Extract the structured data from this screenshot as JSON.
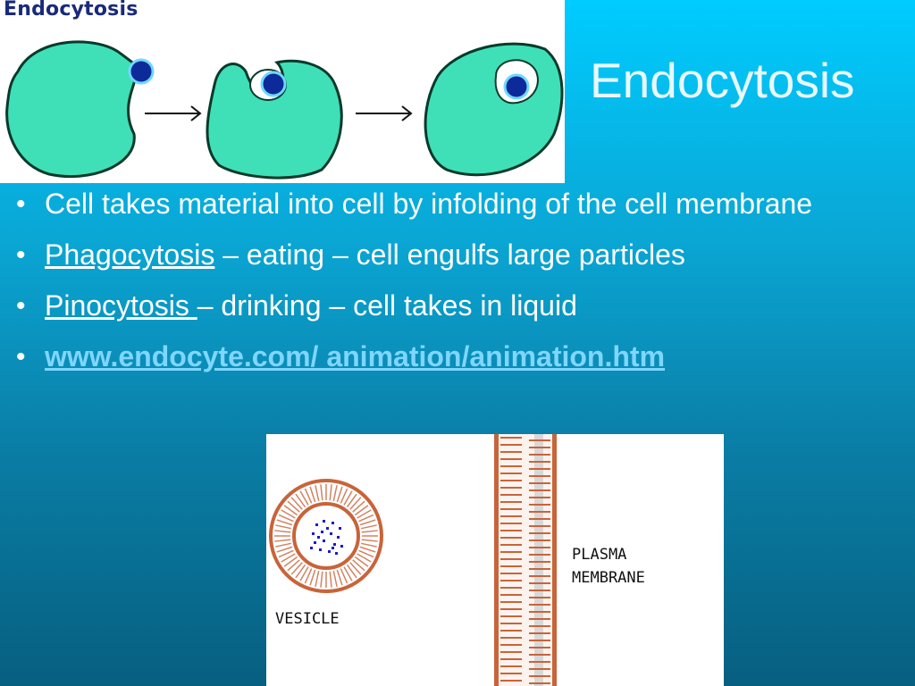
{
  "slide": {
    "title": "Endocytosis"
  },
  "top_figure": {
    "caption": "Endocytosis"
  },
  "bullets": [
    {
      "text": "Cell takes material into cell by infolding of the cell membrane"
    },
    {
      "term": "Phagocytosis",
      "rest": " – eating – cell engulfs large particles"
    },
    {
      "term": "Pinocytosis ",
      "rest": "– drinking – cell takes in liquid"
    },
    {
      "link": "www.endocyte.com/ animation/animation.htm"
    }
  ],
  "bottom_figure": {
    "label_plasma_1": "PLASMA",
    "label_plasma_2": "MEMBRANE",
    "label_vesicle": "VESICLE"
  },
  "colors": {
    "cell_fill": "#3fe0b8",
    "particle": "#0d2a9a",
    "membrane": "#c8643a",
    "link": "#7fd6ff"
  }
}
